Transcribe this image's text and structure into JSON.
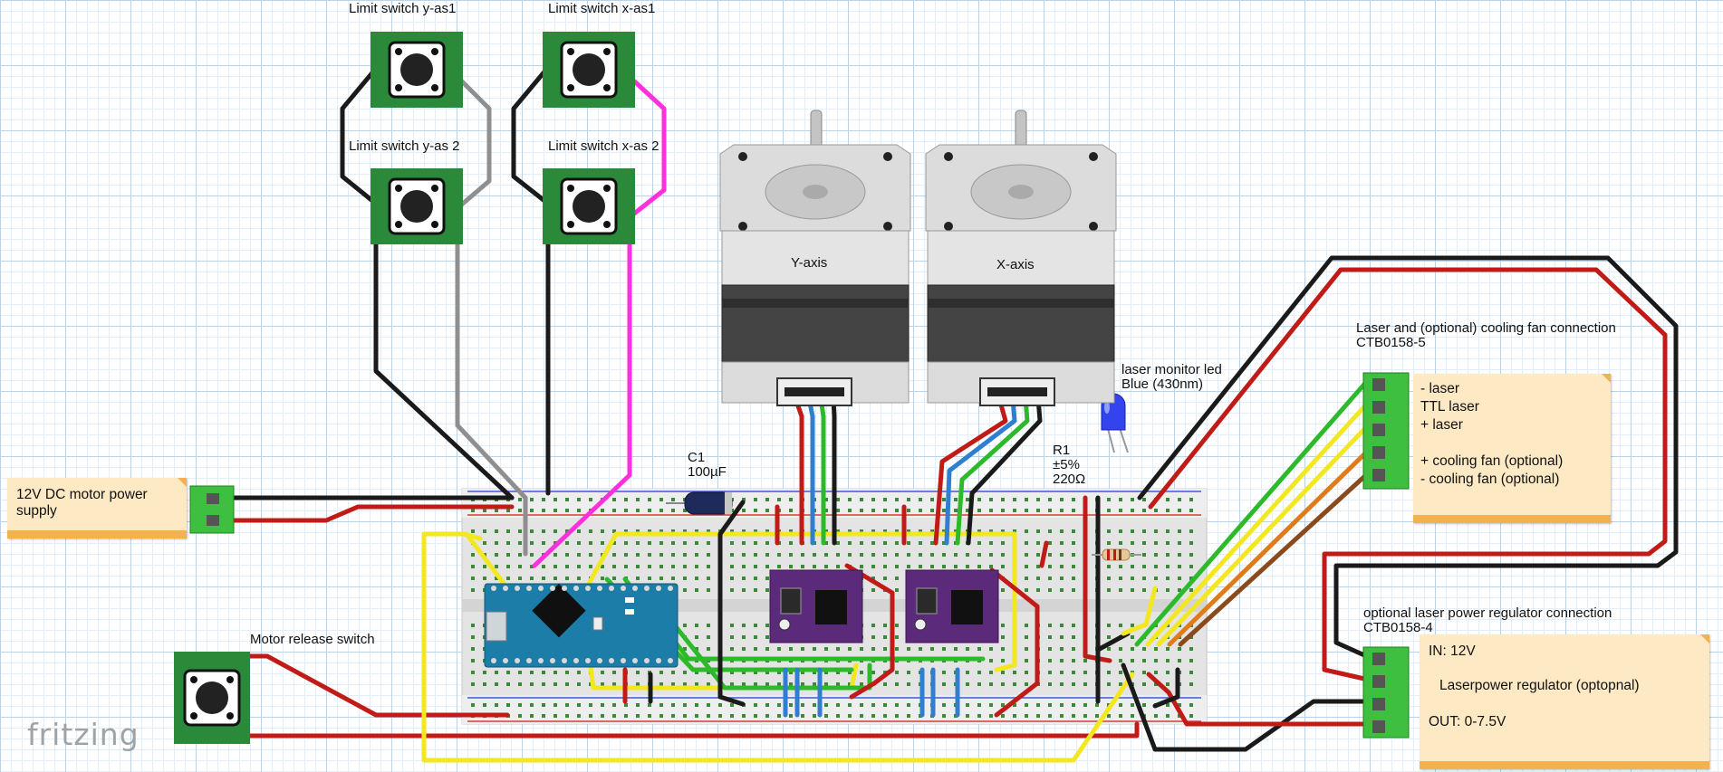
{
  "labels": {
    "limit_y1": "Limit switch y-as1",
    "limit_x1": "Limit switch x-as1",
    "limit_y2": "Limit switch y-as 2",
    "limit_x2": "Limit switch x-as 2",
    "motor_y": "Y-axis",
    "motor_x": "X-axis",
    "led_line1": "laser monitor led",
    "led_line2": "Blue (430nm)",
    "c1_name": "C1",
    "c1_value": "100µF",
    "r1_name": "R1",
    "r1_tol": "±5%",
    "r1_value": "220Ω",
    "laser_conn_title": "Laser and (optional) cooling fan connection",
    "laser_conn_part": "CTB0158-5",
    "reg_conn_title": "optional laser power regulator connection",
    "reg_conn_part": "CTB0158-4",
    "motor_release": "Motor release switch",
    "logo": "fritzing"
  },
  "notes": {
    "power_line1": "12V DC  motor power",
    "power_line2": "supply",
    "laser": [
      "-      laser",
      "TTL  laser",
      "+      laser",
      "",
      "+ cooling fan (optional)",
      "-  cooling fan (optional)"
    ],
    "regulator_in": "IN: 12V",
    "regulator_mid": "Laserpower regulator (optopnal)",
    "regulator_out": "OUT: 0-7.5V"
  },
  "colors": {
    "wire_black": "#1a1a1a",
    "wire_red": "#c11b17",
    "wire_grey": "#8f8f8f",
    "wire_magenta": "#ff2fdd",
    "wire_yellow": "#f3e71f",
    "wire_green": "#2cba2a",
    "wire_blue": "#2f7fd1",
    "wire_orange": "#e07b1a",
    "wire_brown": "#8a4a1c",
    "pcb_green": "#2a8a3a",
    "arduino_blue": "#1c7ea8",
    "driver_purple": "#5c2a7a",
    "terminal_green": "#3fbf3f",
    "note_bg": "#fde9c3"
  }
}
